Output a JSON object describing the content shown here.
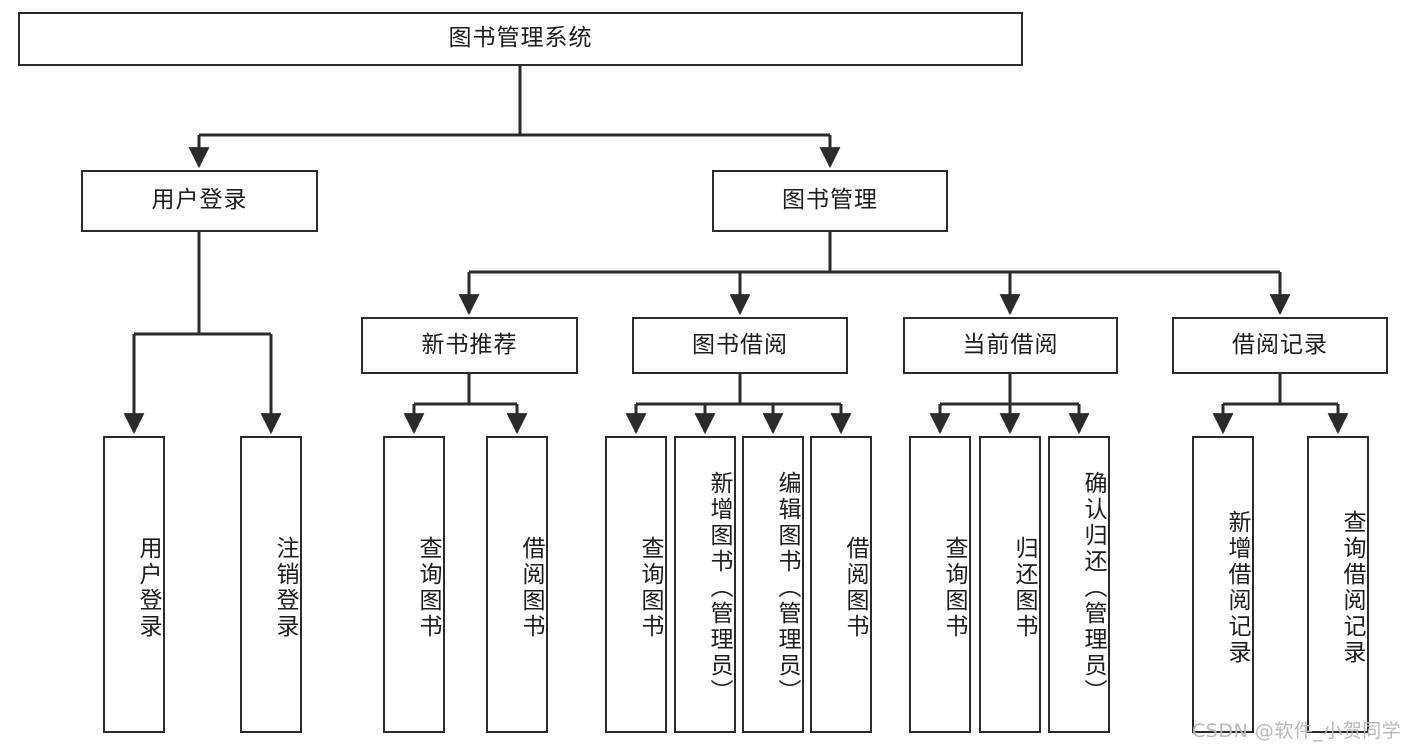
{
  "diagram": {
    "title_node": {
      "label": "图书管理系统"
    },
    "level2": [
      {
        "id": "user-login",
        "label": "用户登录"
      },
      {
        "id": "book-manage",
        "label": "图书管理"
      }
    ],
    "level3": [
      {
        "id": "new-book-recommend",
        "label": "新书推荐"
      },
      {
        "id": "book-borrow",
        "label": "图书借阅"
      },
      {
        "id": "current-borrow",
        "label": "当前借阅"
      },
      {
        "id": "borrow-record",
        "label": "借阅记录"
      }
    ],
    "leaves": [
      {
        "id": "leaf-user-login",
        "label": "用户登录",
        "parent": "user-login"
      },
      {
        "id": "leaf-user-logout",
        "label": "注销登录",
        "parent": "user-login"
      },
      {
        "id": "leaf-query-book-1",
        "label": "查询图书",
        "parent": "new-book-recommend"
      },
      {
        "id": "leaf-borrow-book-1",
        "label": "借阅图书",
        "parent": "new-book-recommend"
      },
      {
        "id": "leaf-query-book-2",
        "label": "查询图书",
        "parent": "book-borrow"
      },
      {
        "id": "leaf-add-book",
        "label": "新增图书（管理员）",
        "parent": "book-borrow"
      },
      {
        "id": "leaf-edit-book",
        "label": "编辑图书（管理员）",
        "parent": "book-borrow"
      },
      {
        "id": "leaf-borrow-book-2",
        "label": "借阅图书",
        "parent": "book-borrow"
      },
      {
        "id": "leaf-query-book-3",
        "label": "查询图书",
        "parent": "current-borrow"
      },
      {
        "id": "leaf-return-book",
        "label": "归还图书",
        "parent": "current-borrow"
      },
      {
        "id": "leaf-confirm-return",
        "label": "确认归还（管理员）",
        "parent": "current-borrow"
      },
      {
        "id": "leaf-add-record",
        "label": "新增借阅记录",
        "parent": "borrow-record"
      },
      {
        "id": "leaf-query-record",
        "label": "查询借阅记录",
        "parent": "borrow-record"
      }
    ],
    "watermark": "CSDN @软件_小贺同学",
    "colors": {
      "stroke": "#2b2b2b",
      "background": "#ffffff",
      "text": "#1c1c1c",
      "watermark": "#b9b9b9"
    }
  }
}
